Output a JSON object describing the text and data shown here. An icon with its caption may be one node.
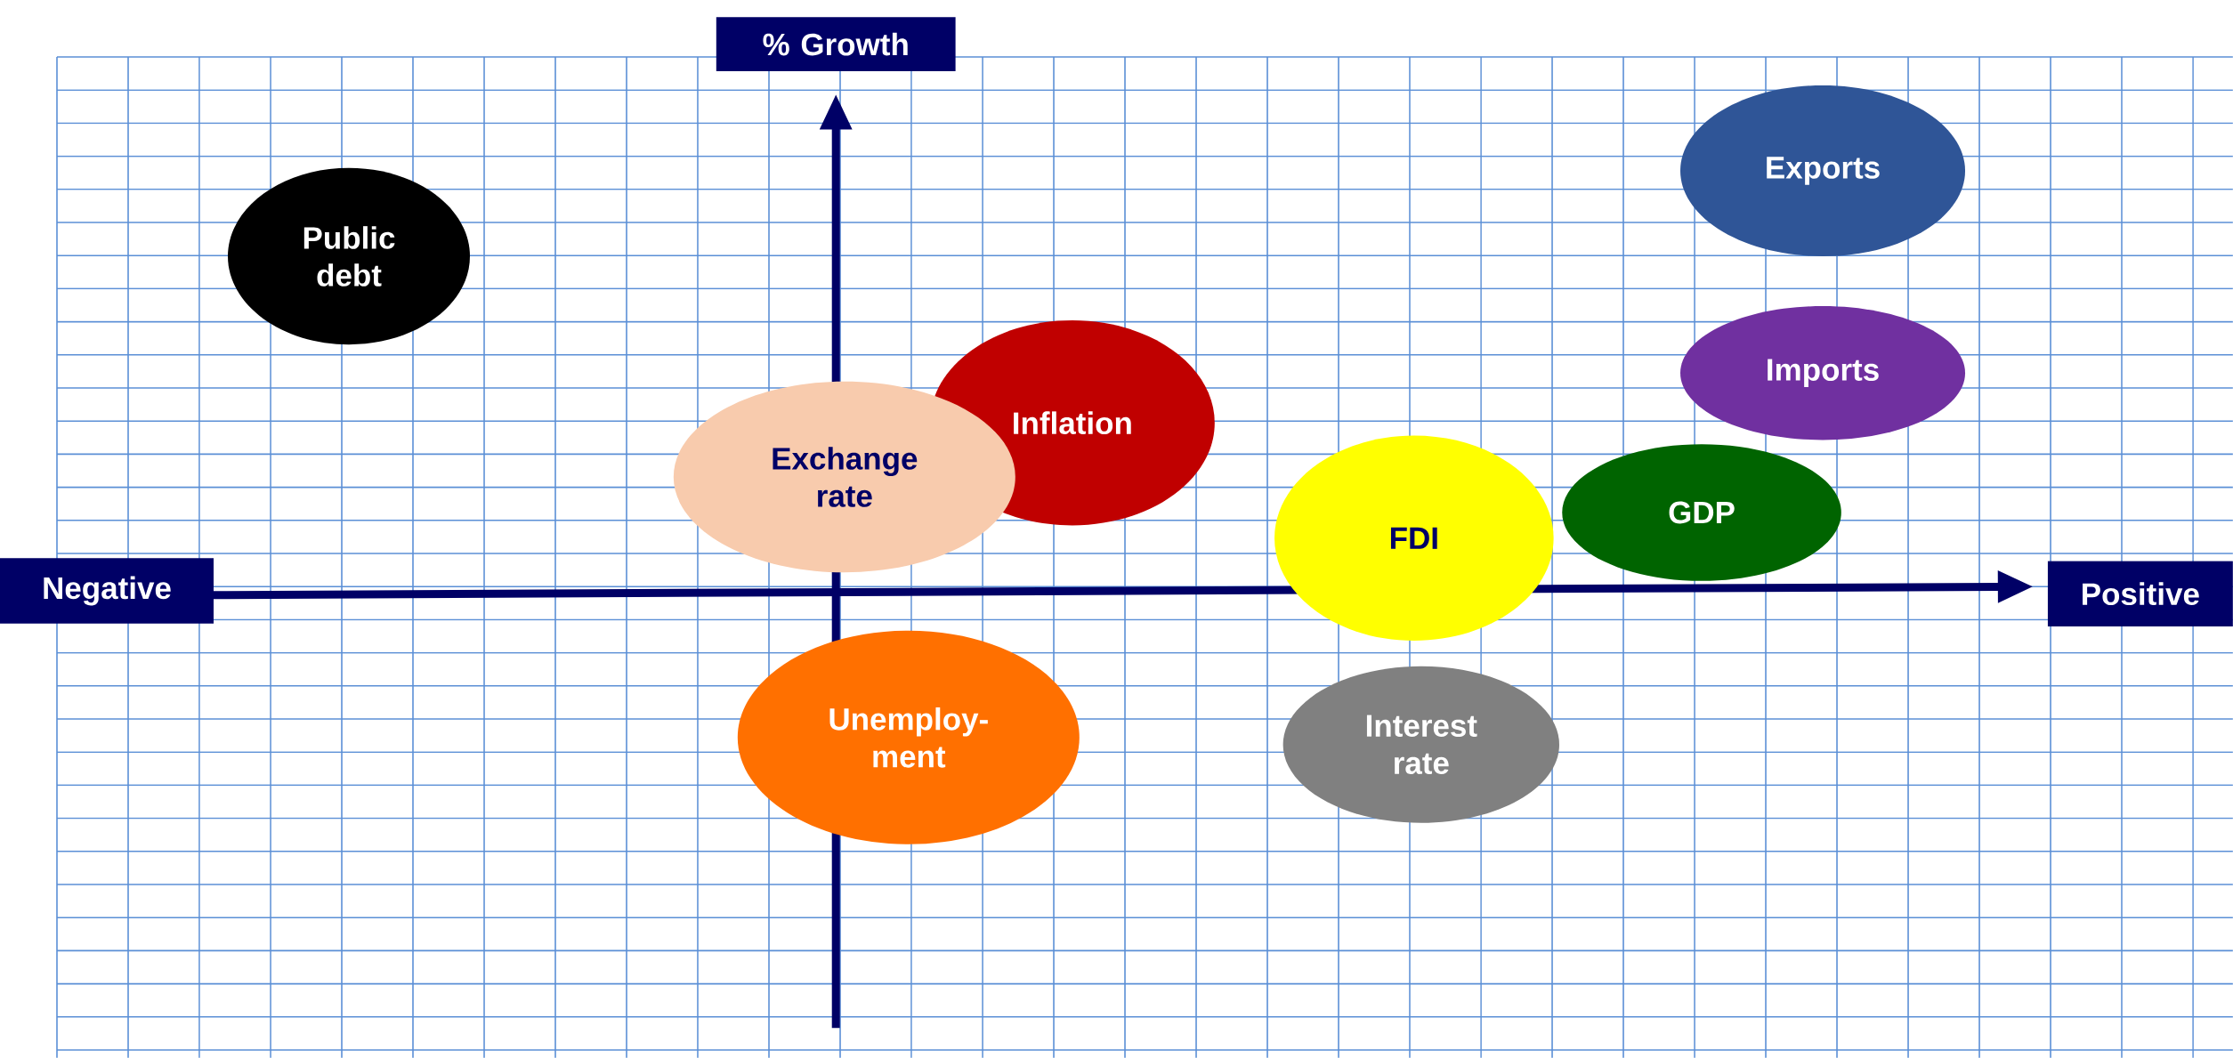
{
  "diagram": {
    "nodes": [
      {
        "text": [
          "% Growth"
        ]
      },
      {
        "text": [
          "Public debt"
        ]
      },
      {
        "text": [
          "Exports"
        ]
      },
      {
        "text": [
          "Imports"
        ]
      },
      {
        "text": [
          "Inflation"
        ]
      },
      {
        "text": [
          "Exchange rate"
        ]
      },
      {
        "text": [
          "GDP"
        ]
      },
      {
        "text": [
          "FDI"
        ]
      },
      {
        "text": [
          "Negative"
        ]
      },
      {
        "text": [
          "Positive"
        ]
      },
      {
        "text": [
          "Interest rate"
        ]
      },
      {
        "text": [
          "Unemploy-ment"
        ]
      }
    ],
    "edges": []
  }
}
